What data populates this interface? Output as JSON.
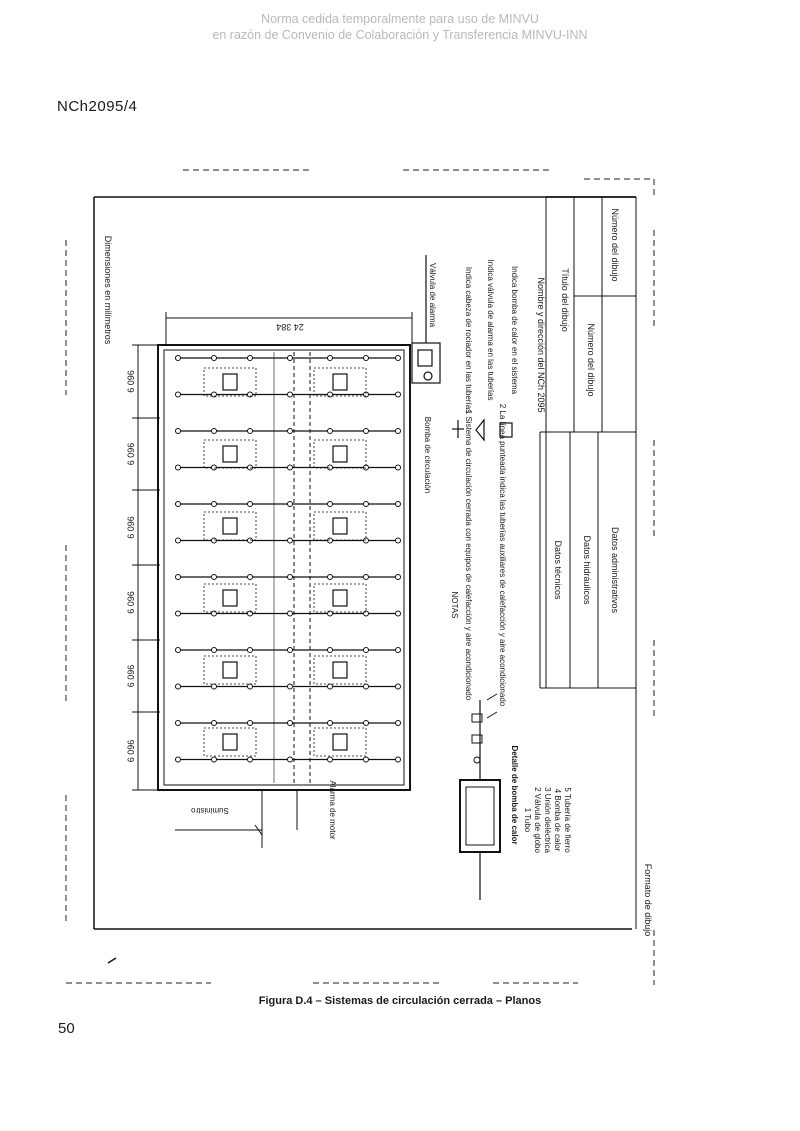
{
  "watermark": {
    "line1": "Norma cedida temporalmente para uso de MINVU",
    "line2": "en razón de Convenio de Colaboración y Transferencia MINVU-INN"
  },
  "header": {
    "doc_code": "NCh2095/4"
  },
  "drawing": {
    "dims_note": "Dimensiones en milímetros",
    "total_length": "24 384",
    "bay_dims": [
      "6 096",
      "6 096",
      "6 096",
      "6 096",
      "6 096",
      "6 096"
    ],
    "valvula_label": "Válvula de alarma",
    "bomba_circ": "Bomba de circulación",
    "alarma_motor": "Alarma de motor",
    "suministro": "Suministro",
    "pump_detail_title": "Detalle de bomba de calor",
    "pump_detail_items": [
      "1  Tubo",
      "2  Válvula de globo",
      "3  Unión dieléctrica",
      "4  Bomba de calor",
      "5  Tubería de fierro"
    ],
    "notes_title": "NOTAS",
    "notes": [
      "1  Sistema de circulación cerrada con equipos de calefacción y aire acondicionado",
      "2  La línea punteada indica las tuberías auxiliares de calefacción y aire acondicionado"
    ],
    "legend": [
      "Indica cabeza de rociador en las tuberías",
      "Indica válvula de alarma en las tuberías",
      "Indica bomba de calor en el sistema"
    ],
    "title_block": {
      "vendor": "Nombre y dirección del NCh 2095",
      "drawing_title": "Título del dibujo",
      "drawing_number": "Número del dibujo",
      "datos_tecnicos": "Datos técnicos",
      "datos_hidraulicos": "Datos hidráulicos",
      "datos_admin": "Datos administrativos",
      "sheet_label": "Formato de dibujo"
    }
  },
  "caption": "Figura D.4 – Sistemas de circulación cerrada – Planos",
  "page_number": "50"
}
